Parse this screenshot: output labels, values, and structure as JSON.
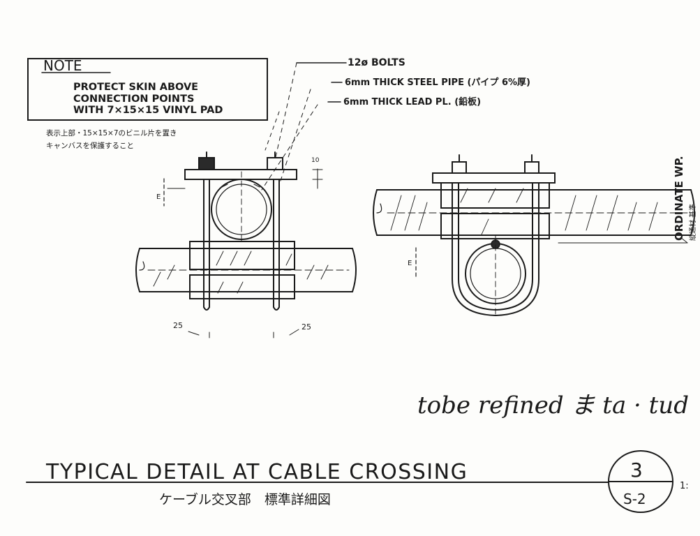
{
  "note": {
    "title": "NOTE",
    "line1": "PROTECT SKIN ABOVE",
    "line2": "CONNECTION POINTS",
    "line3": "WITH 7×15×15 VINYL PAD",
    "jp1": "表示上部・15×15×7のビニル片を置き",
    "jp2": "キャンバスを保護すること"
  },
  "callouts": {
    "bolts": "12ø BOLTS",
    "pipe": "6mm THICK STEEL PIPE (パイプ 6%厚)",
    "lead": "6mm THICK LEAD PL. (鉛板)"
  },
  "dims": {
    "dim_10": "10",
    "dim_25_left": "25",
    "dim_25_right": "25",
    "cl_left": "E",
    "cl_right": "E"
  },
  "side_label": {
    "en": "ORDINATE WP.",
    "jp": "縦通材 基準"
  },
  "handwritten": "tobe refined ま ta · tud",
  "title": {
    "en": "TYPICAL DETAIL AT CABLE CROSSING",
    "jp": "ケーブル交叉部　標準詳細図",
    "detail_no": "3",
    "sheet_no": "S-2",
    "scale_fragment": "1:"
  }
}
